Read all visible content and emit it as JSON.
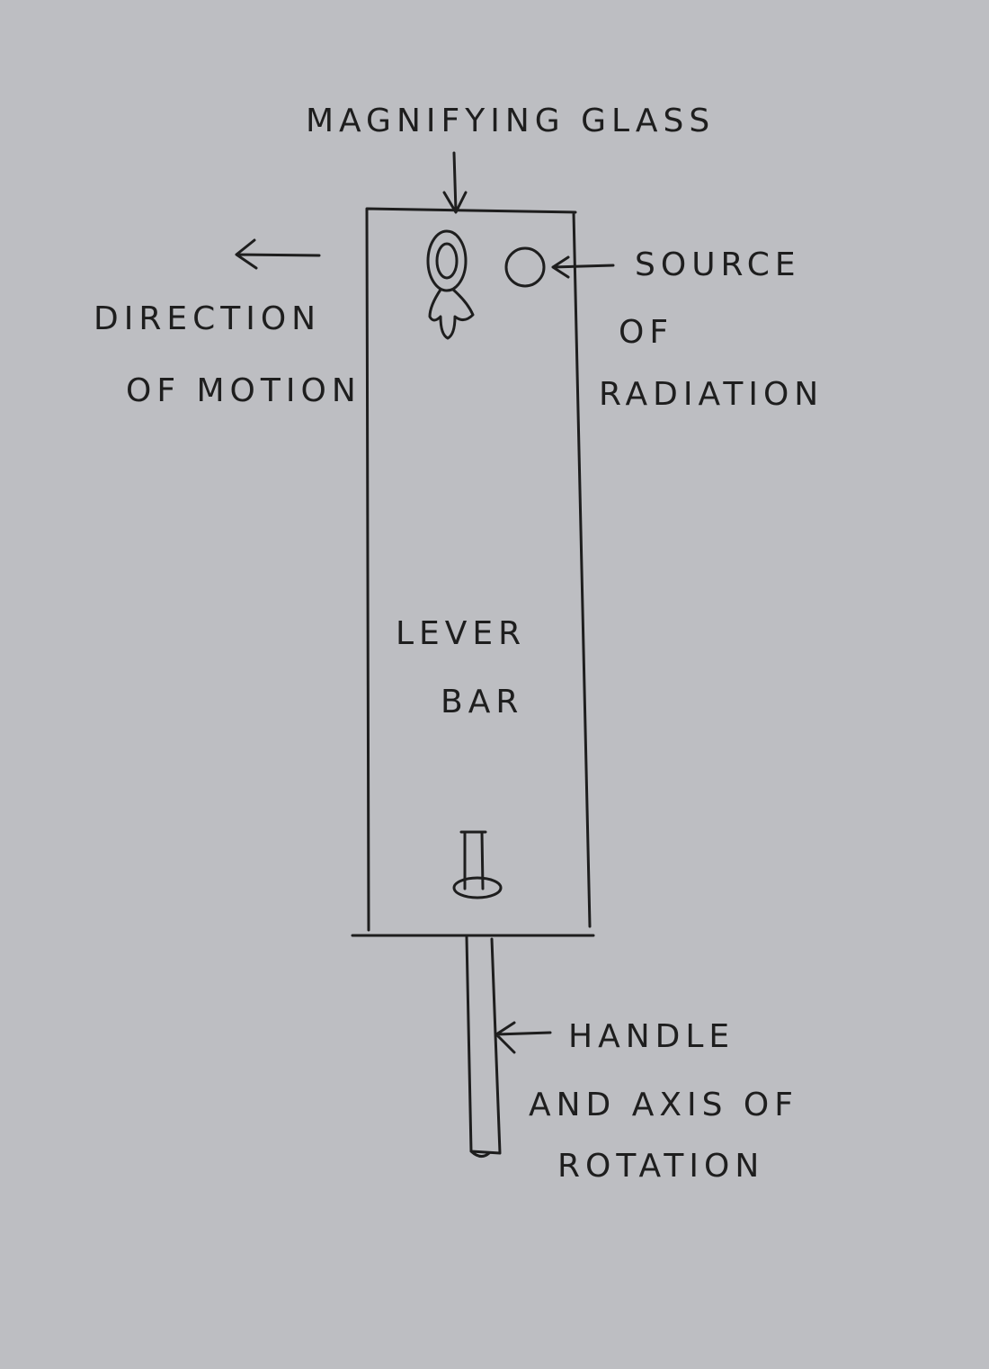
{
  "labels": {
    "magnifying_glass": "MAGNIFYING GLASS",
    "direction_line1": "DIRECTION",
    "direction_line2": "OF MOTION",
    "source_line1": "SOURCE",
    "source_line2": "OF",
    "source_line3": "RADIATION",
    "lever_line1": "LEVER",
    "lever_line2": "BAR",
    "handle_line1": "HANDLE",
    "handle_line2": "AND AXIS OF",
    "handle_line3": "ROTATION"
  },
  "colors": {
    "paper": "#bdbec2",
    "ink": "#1e1e1e"
  }
}
